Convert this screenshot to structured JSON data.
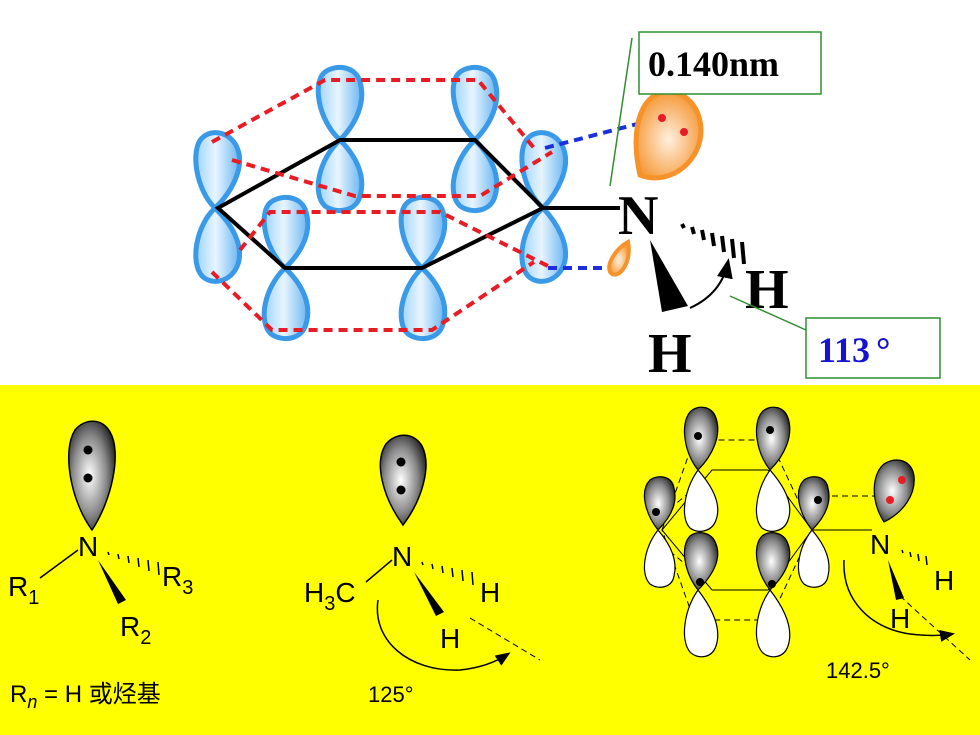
{
  "top": {
    "bond_length": "0.140nm",
    "angle": "113",
    "angle_unit": "°",
    "atom_n": "N",
    "atom_h_right": "H",
    "atom_h_bottom": "H"
  },
  "bottom": {
    "panel1": {
      "n": "N",
      "r1": "R",
      "r1_sub": "1",
      "r2": "R",
      "r2_sub": "2",
      "r3": "R",
      "r3_sub": "3",
      "legend_r": "R",
      "legend_sub": "n",
      "legend_rest": " = H ",
      "legend_cn": "或烃基"
    },
    "panel2": {
      "n": "N",
      "h3c_h": "H",
      "h3c_sub": "3",
      "h3c_c": "C",
      "h_right": "H",
      "h_bottom": "H",
      "angle": "125°"
    },
    "panel3": {
      "n": "N",
      "h_right": "H",
      "h_bottom": "H",
      "angle": "142.5°"
    }
  },
  "colors": {
    "yellow_band": "#ffff00",
    "orbital_blue": "#3a9ae8",
    "orbital_orange": "#f5922a",
    "dash_red": "#e81c24",
    "dash_blue": "#1c2fe0",
    "angle_text": "#1414d0",
    "box_border": "#2f8f2f"
  }
}
